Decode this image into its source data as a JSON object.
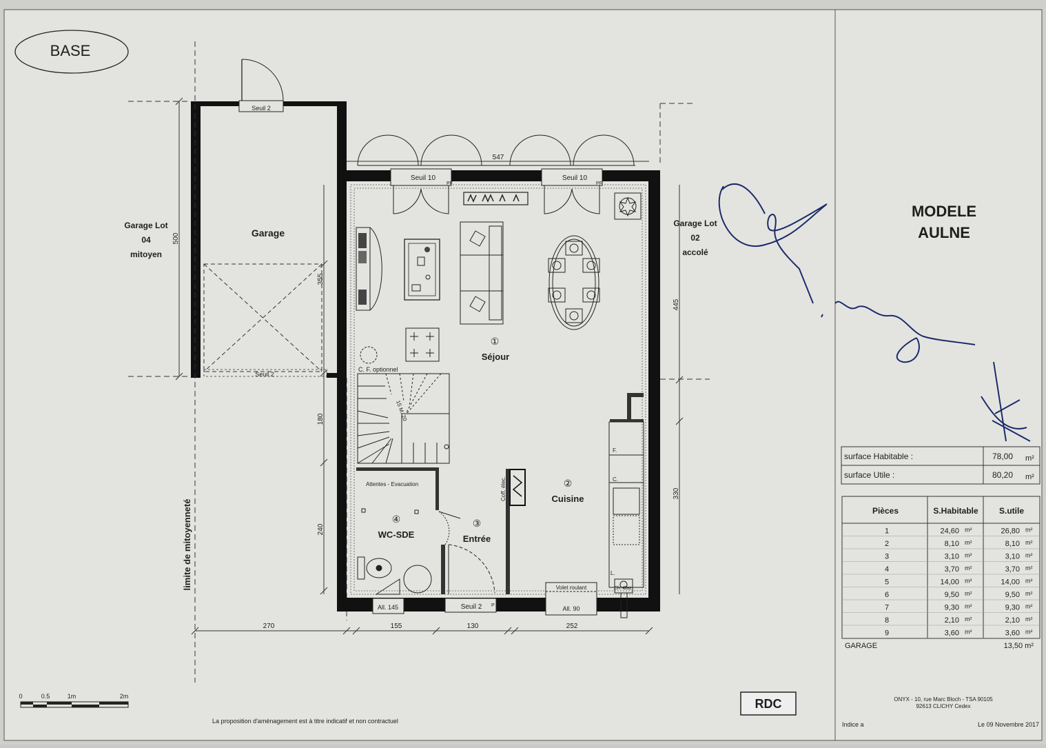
{
  "badge": "BASE",
  "title_line1": "MODELE",
  "title_line2": "AULNE",
  "level": "RDC",
  "rooms": {
    "garage": "Garage",
    "sejour_num": "①",
    "sejour": "Séjour",
    "cuisine_num": "②",
    "cuisine": "Cuisine",
    "entree_num": "③",
    "entree": "Entrée",
    "wc_num": "④",
    "wc": "WC-SDE"
  },
  "neighbors": {
    "left_1": "Garage Lot",
    "left_2": "04",
    "left_3": "mitoyen",
    "right_1": "Garage Lot",
    "right_2": "02",
    "right_3": "accolé",
    "limit": "limite de mitoyenneté"
  },
  "labels": {
    "seuil_garage_top": "Seuil 2",
    "seuil_garage_bottom": "Seuil 2",
    "seuil_10_a": "Seuil 10",
    "seuil_10_b": "Seuil 10",
    "pf_a": "PF",
    "pf_b": "PF",
    "seuil_entree": "Seuil 2",
    "p_entree": "P",
    "all_145": "All. 145",
    "all_90": "All. 90",
    "cf_optionnel": "C. F. optionnel",
    "attentes": "Attentes - Evacuation",
    "coff_elec": "Coff. élec.",
    "volet": "Volet roulant",
    "ch_gaz": "Ch. Gaz",
    "f_label": "F.",
    "c_label": "C.",
    "l_label": "L.",
    "stairs": "15 M. 20"
  },
  "dims": {
    "d547": "547",
    "d500": "500",
    "d355": "355",
    "d445": "445",
    "d180": "180",
    "d240": "240",
    "d330": "330",
    "d270": "270",
    "d155": "155",
    "d130": "130",
    "d252": "252"
  },
  "scale": {
    "s0": "0",
    "s05": "0.5",
    "s1": "1m",
    "s2": "2m"
  },
  "disclaimer": "La proposition d'aménagement est à titre indicatif et non contractuel",
  "surfaces": {
    "hab_label": "surface Habitable :",
    "hab_value": "78,00",
    "hab_unit": "m²",
    "utile_label": "surface Utile :",
    "utile_value": "80,20",
    "utile_unit": "m²"
  },
  "table": {
    "headers": [
      "Pièces",
      "S.Habitable",
      "S.utile"
    ],
    "unit": "m²",
    "rows": [
      {
        "piece": "1",
        "hab": "24,60",
        "utile": "26,80"
      },
      {
        "piece": "2",
        "hab": "8,10",
        "utile": "8,10"
      },
      {
        "piece": "3",
        "hab": "3,10",
        "utile": "3,10"
      },
      {
        "piece": "4",
        "hab": "3,70",
        "utile": "3,70"
      },
      {
        "piece": "5",
        "hab": "14,00",
        "utile": "14,00"
      },
      {
        "piece": "6",
        "hab": "9,50",
        "utile": "9,50"
      },
      {
        "piece": "7",
        "hab": "9,30",
        "utile": "9,30"
      },
      {
        "piece": "8",
        "hab": "2,10",
        "utile": "2,10"
      },
      {
        "piece": "9",
        "hab": "3,60",
        "utile": "3,60"
      }
    ],
    "garage_label": "GARAGE",
    "garage_value": "13,50 m²"
  },
  "address_1": "ONYX - 10, rue Marc Bloch - TSA 90105",
  "address_2": "92613 CLICHY Cedex",
  "indice": "Indice a",
  "date": "Le 09 Novembre 2017"
}
